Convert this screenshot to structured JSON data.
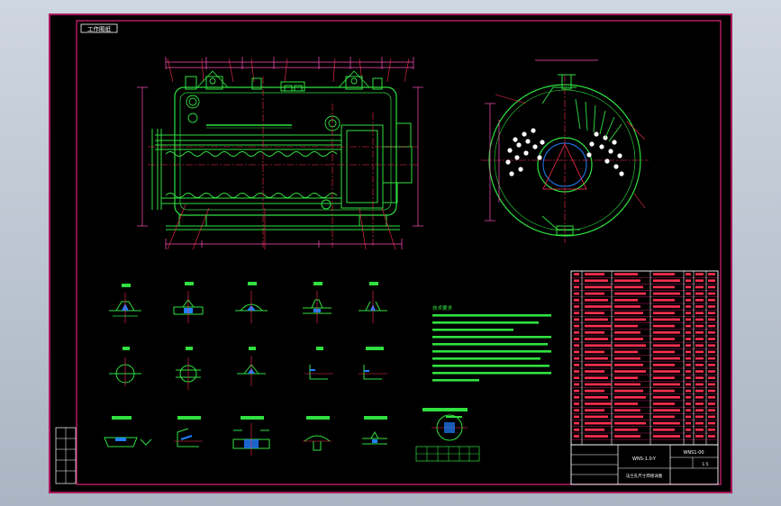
{
  "sheet": {
    "tag": "工作图纸",
    "title_block_name": "WNS-1.0-Y",
    "drawing_no": "WNS1-00",
    "ratio": "1:5",
    "note_title": "技术要求",
    "table_title": "法兰孔尺寸焊接详图"
  },
  "colors": {
    "background": "#000000",
    "frame": "#e0207a",
    "geometry": "#30e040",
    "centerline": "#ff3050",
    "dimension": "#ff50c0",
    "annotation": "#ffffff",
    "highlight": "#2080ff",
    "window_bg": "#b9c2cf"
  }
}
